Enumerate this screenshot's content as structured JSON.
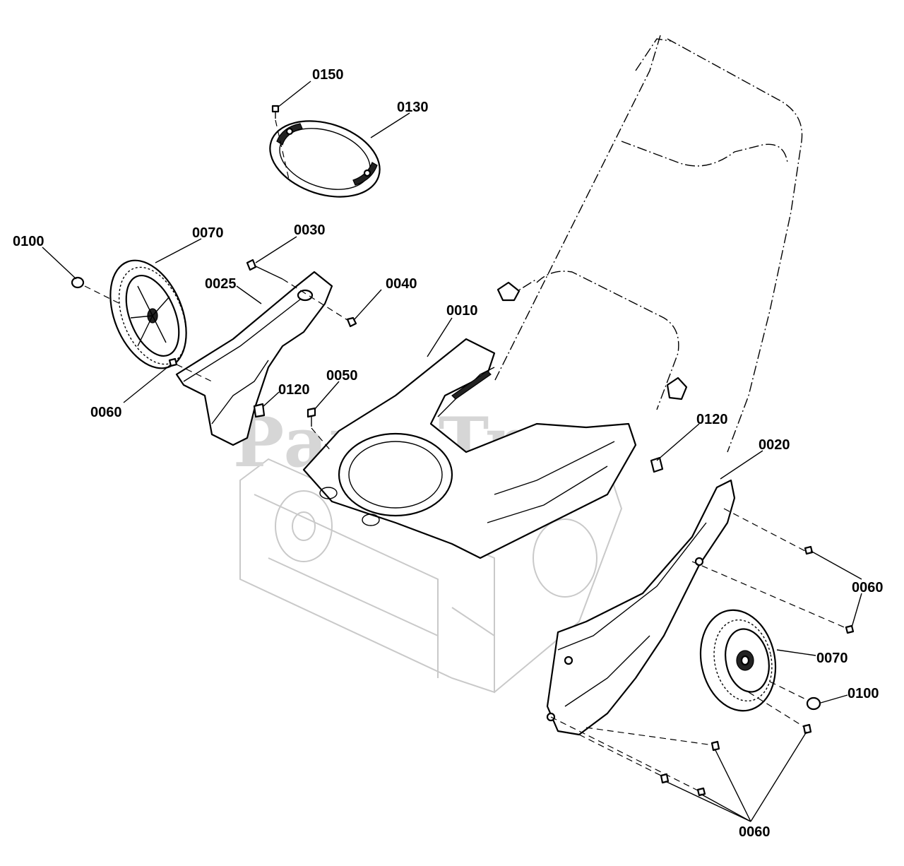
{
  "watermark": "PartsTree",
  "callouts": [
    {
      "id": "0150",
      "label": "0150"
    },
    {
      "id": "0130",
      "label": "0130"
    },
    {
      "id": "0100-left",
      "label": "0100"
    },
    {
      "id": "0070-left",
      "label": "0070"
    },
    {
      "id": "0030",
      "label": "0030"
    },
    {
      "id": "0025",
      "label": "0025"
    },
    {
      "id": "0040",
      "label": "0040"
    },
    {
      "id": "0010",
      "label": "0010"
    },
    {
      "id": "0050",
      "label": "0050"
    },
    {
      "id": "0120-left",
      "label": "0120"
    },
    {
      "id": "0060-left",
      "label": "0060"
    },
    {
      "id": "0120-right",
      "label": "0120"
    },
    {
      "id": "0020",
      "label": "0020"
    },
    {
      "id": "0060-right-upper",
      "label": "0060"
    },
    {
      "id": "0070-right",
      "label": "0070"
    },
    {
      "id": "0100-right",
      "label": "0100"
    },
    {
      "id": "0060-bottom",
      "label": "0060"
    }
  ]
}
